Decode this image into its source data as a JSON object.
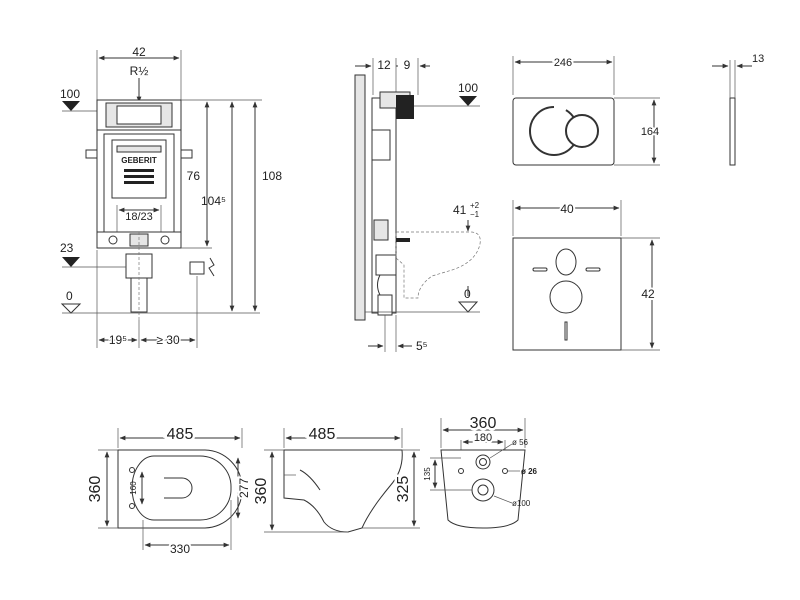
{
  "frame_front": {
    "width": "42",
    "thread": "R½",
    "level_top": "100",
    "level_mid": "23",
    "level_zero": "0",
    "height_inner": "76",
    "height_mid": "104⁵",
    "height_total": "108",
    "pipe_spacing": "18/23",
    "offset_left": "19⁵",
    "offset_right": "≥ 30",
    "brand": "GEBERIT"
  },
  "frame_side": {
    "depth_a": "12",
    "depth_b": "9",
    "level_top": "100",
    "bowl_height": "41",
    "bowl_tol_plus": "+2",
    "bowl_tol_minus": "−1",
    "level_zero": "0",
    "wall_offset": "5⁵"
  },
  "flush_plate": {
    "width": "246",
    "height": "164",
    "thickness": "13"
  },
  "sound_pad": {
    "width": "40",
    "height": "42"
  },
  "bowl_top": {
    "length": "485",
    "width": "360",
    "inner_length": "330",
    "inner_width": "277",
    "hole_spacing": "160"
  },
  "bowl_side": {
    "length": "485",
    "width": "360",
    "height": "325"
  },
  "bowl_back": {
    "width": "360",
    "hole_spacing": "180",
    "hole_dia_small": "ø 56",
    "hole_dia_mid": "ø 26",
    "hole_dia_large": "ø100",
    "vertical": "135"
  }
}
